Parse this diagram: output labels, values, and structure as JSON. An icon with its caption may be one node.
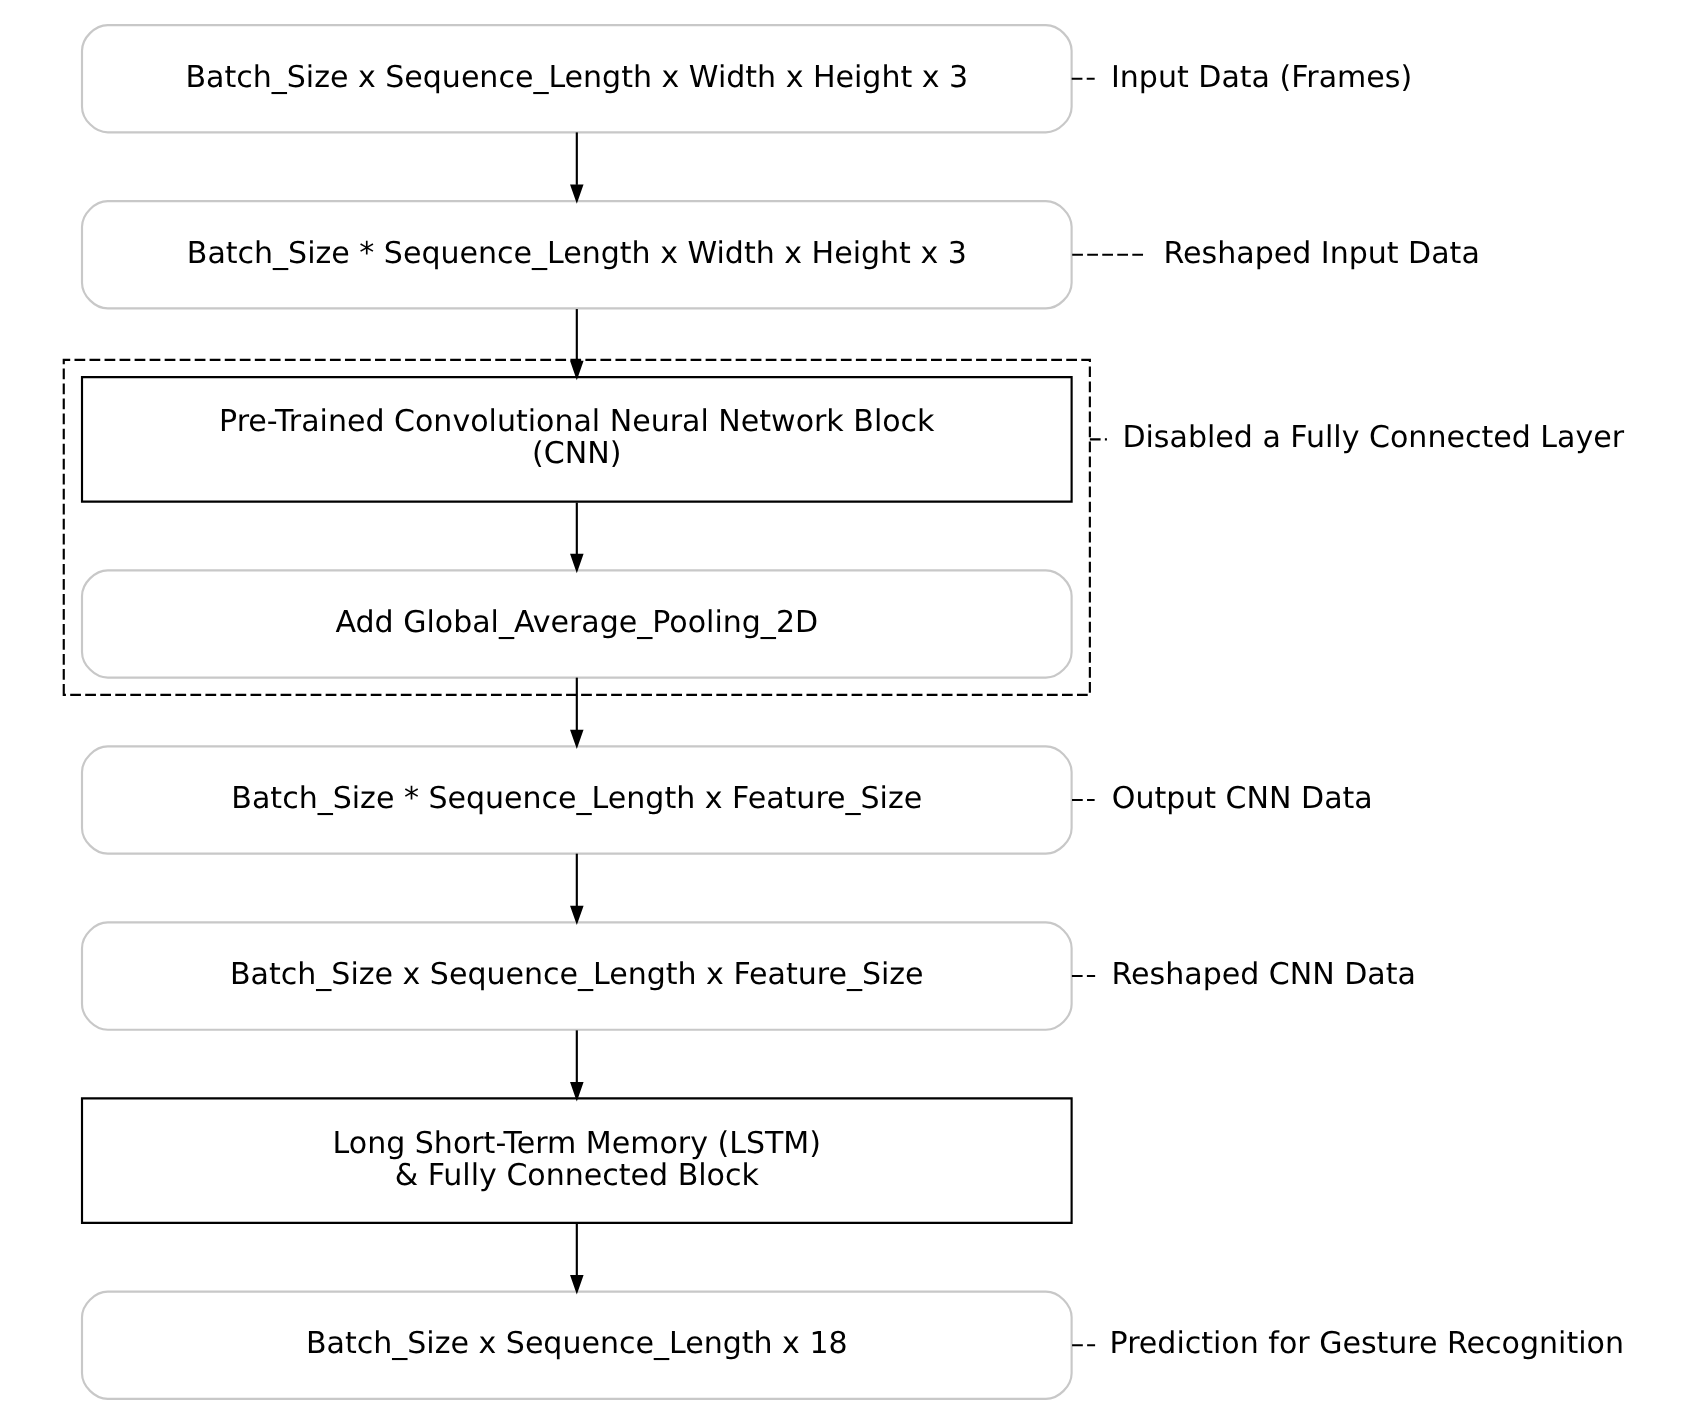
{
  "diagram": {
    "nodes": [
      {
        "text": [
          "Batch_Size x Sequence_Length x Width x Height x 3"
        ]
      },
      {
        "text": [
          "Input Data (Frames)"
        ]
      },
      {
        "text": [
          "Batch_Size * Sequence_Length x Width x Height x 3"
        ]
      },
      {
        "text": [
          "Reshaped Input Data"
        ]
      },
      {
        "text": [],
        "shape": "box"
      },
      {
        "text": [
          "Pre-Trained Convolutional Neural Network Block (CNN)"
        ],
        "in": 4
      },
      {
        "text": [
          "Add Global_Average_Pooling_2D"
        ],
        "in": 4
      },
      {
        "text": [
          "Disabled a Fully Connected Layer"
        ]
      },
      {
        "text": [
          "Batch_Size * Sequence_Length x Feature_Size"
        ]
      },
      {
        "text": [
          "Output CNN Data"
        ]
      },
      {
        "text": [
          "Batch_Size x Sequence_Length x Feature_Size"
        ]
      },
      {
        "text": [
          "Reshaped CNN Data"
        ]
      },
      {
        "text": [
          "Long Short-Term Memory (LSTM) & Fully Connected Block"
        ]
      },
      {
        "text": [
          "Batch_Size x Sequence_Length x 18"
        ]
      },
      {
        "text": [
          "Prediction for Gesture Recognition"
        ]
      }
    ],
    "edges": [
      {
        "from": 0,
        "to": 2,
        "arrow": "to"
      },
      {
        "from": 2,
        "to": 5,
        "arrow": "to"
      },
      {
        "from": 5,
        "to": 6,
        "arrow": "to"
      },
      {
        "from": 6,
        "to": 8,
        "arrow": "to"
      },
      {
        "from": 8,
        "to": 10,
        "arrow": "to"
      },
      {
        "from": 10,
        "to": 12,
        "arrow": "to"
      },
      {
        "from": 12,
        "to": 13,
        "arrow": "to"
      },
      {
        "from": 0,
        "to": 1,
        "arrow": "none",
        "style": "dashed"
      },
      {
        "from": 2,
        "to": 3,
        "arrow": "none",
        "style": "dashed"
      },
      {
        "from": 4,
        "to": 7,
        "arrow": "none",
        "style": "dashed"
      },
      {
        "from": 8,
        "to": 9,
        "arrow": "none",
        "style": "dashed"
      },
      {
        "from": 10,
        "to": 11,
        "arrow": "none",
        "style": "dashed"
      },
      {
        "from": 13,
        "to": 14,
        "arrow": "none",
        "style": "dashed"
      }
    ]
  }
}
